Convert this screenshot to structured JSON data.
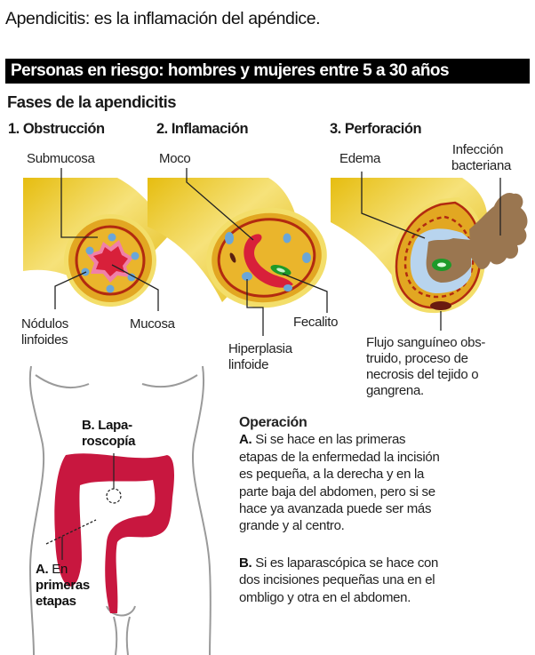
{
  "header": {
    "title": "Apendicitis: es la inflamación del apéndice.",
    "risk_banner": "Personas en riesgo: hombres y mujeres entre 5 a 30 años"
  },
  "phases": {
    "section_title": "Fases de la apendicitis",
    "items": [
      {
        "heading": "1. Obstrucción",
        "labels": {
          "top": "Submucosa",
          "bottom_left_1": "Nódulos",
          "bottom_left_2": "linfoides",
          "bottom_right": "Mucosa"
        }
      },
      {
        "heading": "2. Inflamación",
        "labels": {
          "top": "Moco",
          "bottom_right": "Fecalito",
          "bottom_left_1": "Hiperplasia",
          "bottom_left_2": "linfoide"
        }
      },
      {
        "heading": "3. Perforación",
        "labels": {
          "top_left": "Edema",
          "top_right_1": "Infección",
          "top_right_2": "bacteriana",
          "bottom": [
            "Flujo sanguíneo obs-",
            "truido, proceso de",
            "necrosis del tejido o",
            "gangrena."
          ]
        }
      }
    ]
  },
  "body_diagram": {
    "label_b_1": "B. Lapa-",
    "label_b_2": "roscopía",
    "label_a_key": "A.",
    "label_a_1": " En",
    "label_a_2": "primeras",
    "label_a_3": "etapas"
  },
  "operation": {
    "title": "Operación",
    "a_key": "A.",
    "a_lines": [
      " Si se hace en las primeras",
      "etapas de la enfermedad la incisión",
      "es pequeña, a la derecha y en la",
      "parte baja del abdomen, pero si se",
      "hace ya avanzada puede ser más",
      "grande y al centro."
    ],
    "b_key": "B.",
    "b_lines": [
      " Si es laparascópica se hace con",
      "dos incisiones pequeñas una en el",
      "ombligo y otra en el abdomen."
    ]
  },
  "colors": {
    "tube": "#e8c41a",
    "tube_light": "#f6e27a",
    "tissue": "#e2a722",
    "wall_line": "#b22a10",
    "mucosa": "#d8203a",
    "mucosa_edge": "#f080a8",
    "nodule": "#6aa6d8",
    "fecalith": "#1e9a2a",
    "edema": "#b8d4ee",
    "bacteria": "#9a7650",
    "colon": "#c8173f",
    "body_outline": "#9a9a9a"
  }
}
